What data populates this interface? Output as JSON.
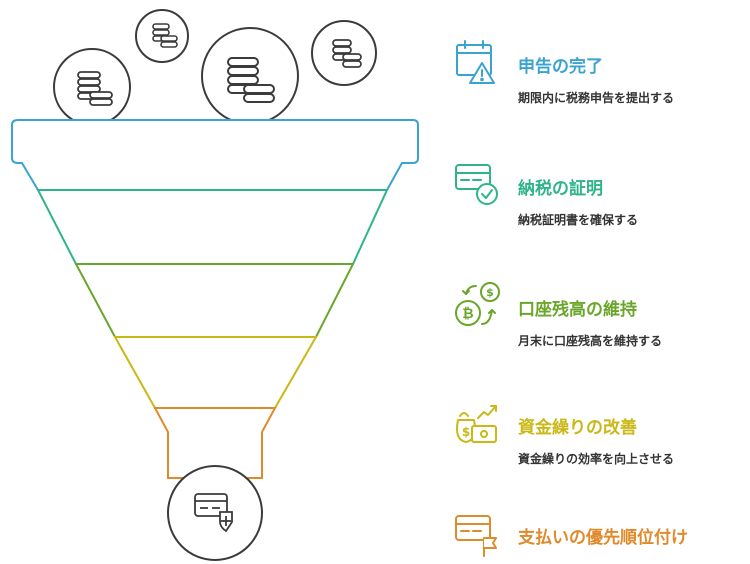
{
  "colors": {
    "stroke_dark": "#3b3b3b",
    "step1": "#3aa3d0",
    "step2": "#2fb48a",
    "step3": "#6aa62c",
    "step4": "#c9b816",
    "step5": "#e08a2b"
  },
  "funnel": {
    "inputs": [
      {
        "icon": "coins-stack-icon"
      },
      {
        "icon": "coins-stack-icon"
      },
      {
        "icon": "coins-stack-icon"
      },
      {
        "icon": "coins-stack-icon"
      }
    ],
    "output_icon": "card-shield-icon"
  },
  "steps": [
    {
      "title": "申告の完了",
      "desc": "期限内に税務申告を提出する",
      "icon": "calendar-warning-icon",
      "color": "#3aa3d0"
    },
    {
      "title": "納税の証明",
      "desc": "納税証明書を確保する",
      "icon": "card-check-icon",
      "color": "#2fb48a"
    },
    {
      "title": "口座残高の維持",
      "desc": "月末に口座残高を維持する",
      "icon": "currency-exchange-icon",
      "color": "#6aa62c"
    },
    {
      "title": "資金繰りの改善",
      "desc": "資金繰りの効率を向上させる",
      "icon": "money-growth-icon",
      "color": "#c9b816"
    },
    {
      "title": "支払いの優先順位付け",
      "desc": "",
      "icon": "card-flag-icon",
      "color": "#e08a2b"
    }
  ]
}
